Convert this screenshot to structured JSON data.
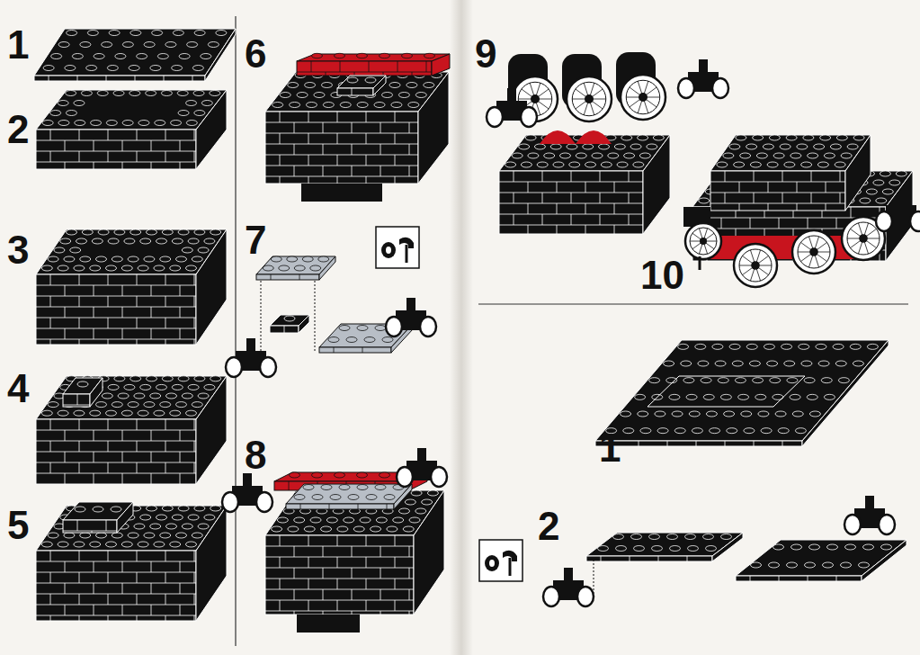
{
  "diagram": {
    "labels": [
      "1",
      "2",
      "3",
      "4",
      "5",
      "6",
      "7",
      "8",
      "9",
      "10",
      "1",
      "2"
    ]
  }
}
